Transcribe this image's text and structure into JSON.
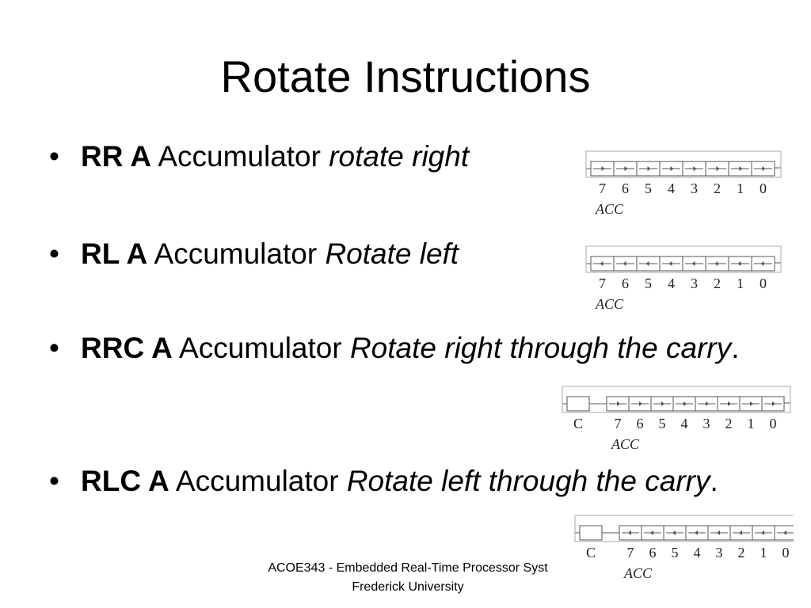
{
  "slide": {
    "title": "Rotate Instructions",
    "bullet_glyph": "•",
    "bullets": [
      {
        "mnemonic": "RR A",
        "desc": " Accumulator ",
        "emph": "rotate right",
        "tail": ""
      },
      {
        "mnemonic": "RL A",
        "desc": " Accumulator ",
        "emph": "Rotate left",
        "tail": ""
      },
      {
        "mnemonic": "RRC A",
        "desc": " Accumulator ",
        "emph": "Rotate right through the carry",
        "tail": "."
      },
      {
        "mnemonic": "RLC A",
        "desc": " Accumulator ",
        "emph": "Rotate left through the carry",
        "tail": "."
      }
    ],
    "footer": {
      "line1": "ACOE343 - Embedded Real-Time Processor Syst",
      "line2": "Frederick University"
    }
  },
  "diagrams": {
    "bit_labels": [
      "7",
      "6",
      "5",
      "4",
      "3",
      "2",
      "1",
      "0"
    ],
    "acc_label": "ACC",
    "carry_label": "C",
    "items": [
      {
        "kind": "rr"
      },
      {
        "kind": "rl"
      },
      {
        "kind": "rrc"
      },
      {
        "kind": "rlc"
      }
    ],
    "line_color": "#555555"
  }
}
